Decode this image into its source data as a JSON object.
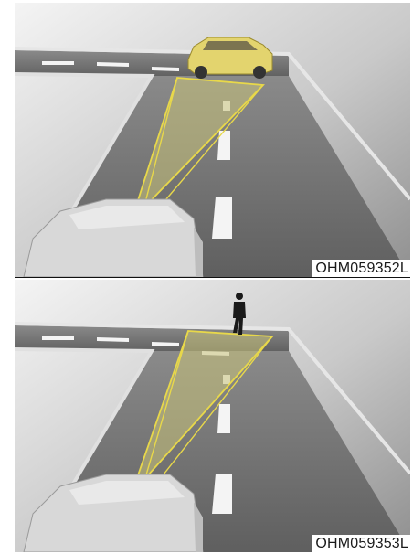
{
  "figures": [
    {
      "id": "vehicle",
      "caption": "OHM059352L",
      "target": "vehicle"
    },
    {
      "id": "pedestrian",
      "caption": "OHM059353L",
      "target": "pedestrian"
    }
  ],
  "colors": {
    "background": "#ffffff",
    "sky_light": "#f2f2f2",
    "sky_dark": "#9a9a9a",
    "road": "#6e6e6e",
    "road_edge": "#cfcfcf",
    "sensor_zone_fill": "#c8c27a",
    "sensor_zone_stroke": "#e8d84a",
    "lead_car": "#e3d46e",
    "own_car": "#d8d8d8",
    "pedestrian": "#1a1a1a"
  }
}
